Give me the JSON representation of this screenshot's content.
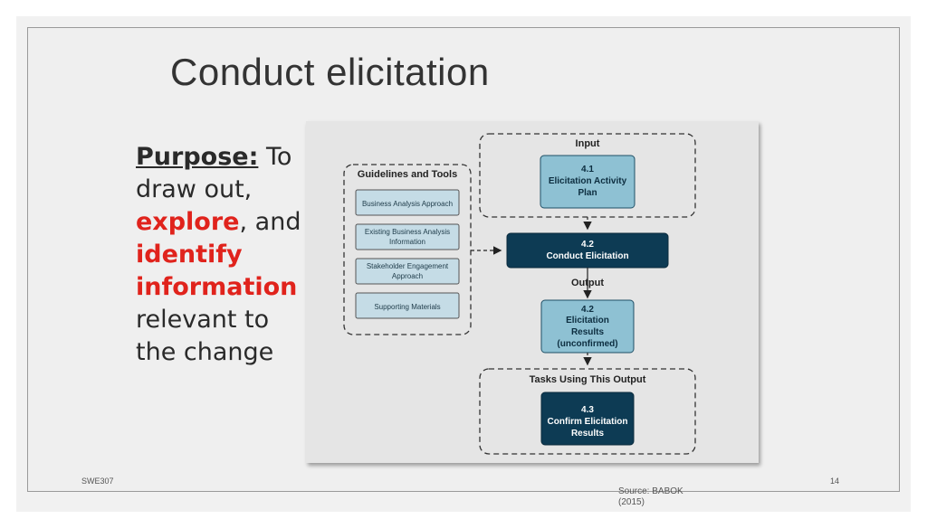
{
  "slide": {
    "title": "Conduct elicitation",
    "footer_left": "SWE307",
    "page_number": "14",
    "source": "Source: BABOK (2015)"
  },
  "purpose": {
    "label": "Purpose:",
    "text1": " To draw out, ",
    "highlight1": "explore",
    "text2": ", and ",
    "highlight2": "identify information",
    "text3": " relevant to the change",
    "highlight_color": "#e0231c"
  },
  "diagram": {
    "input_label": "Input",
    "input_box": [
      "4.1",
      "Elicitation Activity",
      "Plan"
    ],
    "guidelines_label": "Guidelines and Tools",
    "guidelines": [
      [
        "Business Analysis Approach"
      ],
      [
        "Existing Business Analysis",
        "Information"
      ],
      [
        "Stakeholder Engagement",
        "Approach"
      ],
      [
        "Supporting Materials"
      ]
    ],
    "task_box": [
      "4.2",
      "Conduct Elicitation"
    ],
    "output_label": "Output",
    "output_box": [
      "4.2",
      "Elicitation",
      "Results",
      "(unconfirmed)"
    ],
    "tasks_label": "Tasks Using This Output",
    "tasks_box": [
      "4.3",
      "Confirm Elicitation",
      "Results"
    ],
    "colors": {
      "light_box": "#8ec1d3",
      "dark_box": "#0d3b54",
      "guideline_box": "#c5dce6"
    }
  }
}
